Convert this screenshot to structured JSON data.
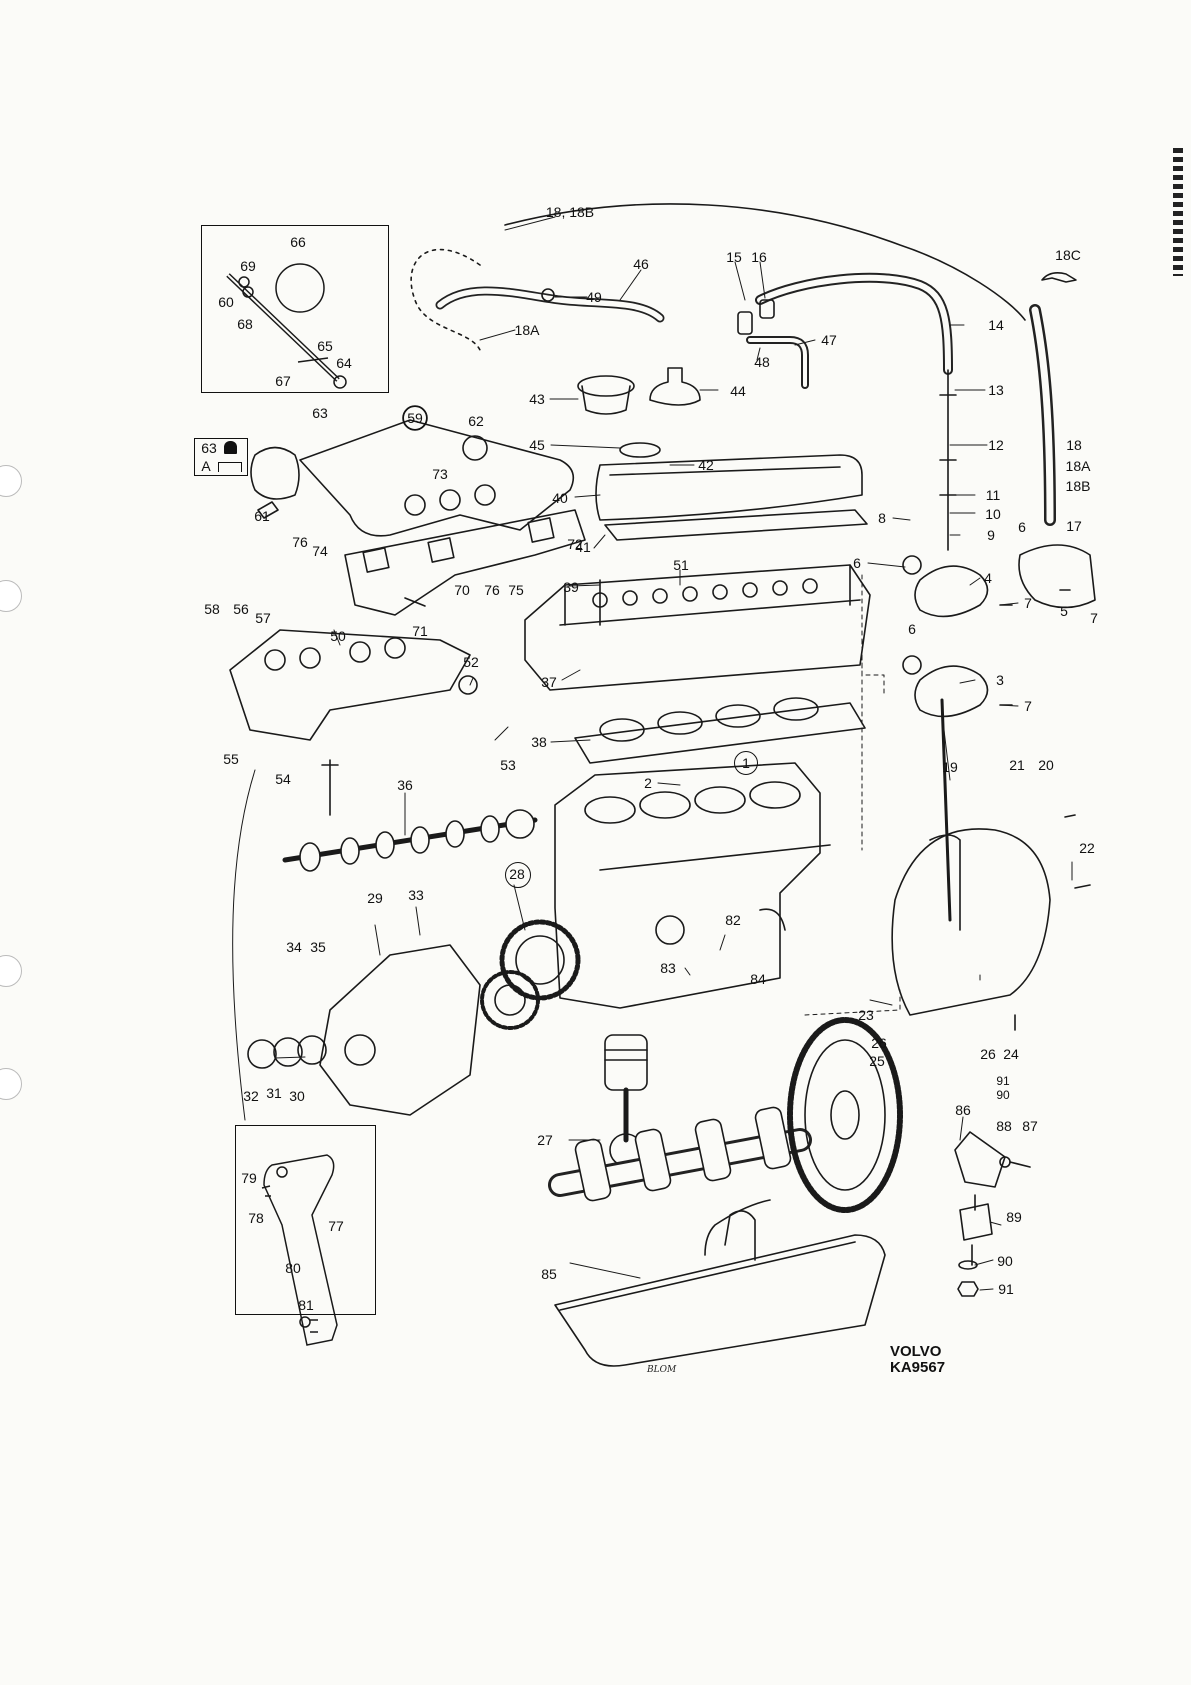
{
  "brand": {
    "name": "VOLVO",
    "code": "KA9567"
  },
  "signature": "BLOM",
  "insets": {
    "top": [
      "66",
      "69",
      "60",
      "68",
      "65",
      "64",
      "67"
    ],
    "bottom": [
      "79",
      "78",
      "77",
      "80",
      "81"
    ],
    "symbol": {
      "num": "63",
      "letter": "A"
    }
  },
  "callouts": {
    "c18_18b_top": "18, 18B",
    "c46": "46",
    "c49": "49",
    "c18a_top": "18A",
    "c15": "15",
    "c16": "16",
    "c47": "47",
    "c48": "48",
    "c14": "14",
    "c18c": "18C",
    "c13": "13",
    "c43": "43",
    "c44": "44",
    "c12": "12",
    "c18": "18",
    "c18a": "18A",
    "c18b": "18B",
    "c45": "45",
    "c42": "42",
    "c40": "40",
    "c11": "11",
    "c10": "10",
    "c8": "8",
    "c9": "9",
    "c17": "17",
    "c41": "41",
    "c6a": "6",
    "c6b": "6",
    "c4": "4",
    "c7a": "7",
    "c5": "5",
    "c7b": "7",
    "c63": "63",
    "c59": "59",
    "c62": "62",
    "c73": "73",
    "c61": "61",
    "c76a": "76",
    "c74": "74",
    "c72": "72",
    "c70": "70",
    "c76b": "76",
    "c75": "75",
    "c39": "39",
    "c51": "51",
    "c71": "71",
    "c37": "37",
    "c6c": "6",
    "c3": "3",
    "c7c": "7",
    "c58": "58",
    "c56": "56",
    "c57": "57",
    "c50": "50",
    "c52": "52",
    "c55": "55",
    "c54": "54",
    "c53": "53",
    "c38": "38",
    "c2": "2",
    "c1": "1",
    "c19": "19",
    "c21": "21",
    "c20": "20",
    "c36": "36",
    "c22": "22",
    "c28": "28",
    "c29": "29",
    "c33": "33",
    "c34": "34",
    "c35": "35",
    "c82": "82",
    "c83": "83",
    "c84": "84",
    "c23": "23",
    "c26a": "26",
    "c26b": "26",
    "c24": "24",
    "c25": "25",
    "c32": "32",
    "c31": "31",
    "c30": "30",
    "c91a": "91",
    "c90a": "90",
    "c86": "86",
    "c88": "88",
    "c87": "87",
    "c27": "27",
    "c89": "89",
    "c90b": "90",
    "c91b": "91",
    "c85": "85"
  }
}
